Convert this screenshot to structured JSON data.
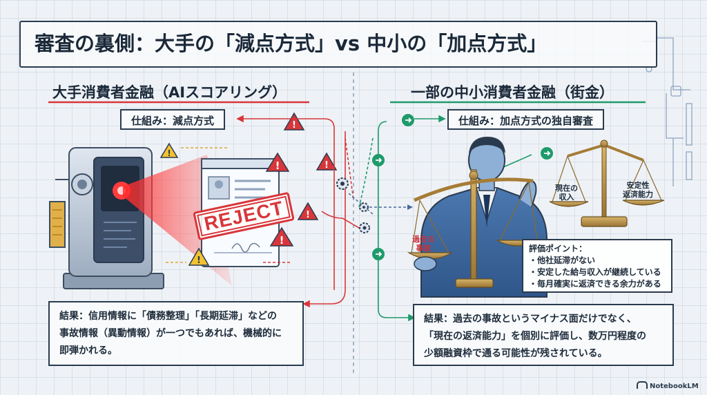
{
  "title": "審査の裏側：大手の「減点方式」vs 中小の「加点方式」",
  "left": {
    "heading": "大手消費者金融（AIスコアリング）",
    "mechanism": "仕組み：減点方式",
    "stamp": "REJECT",
    "result_lines": [
      "結果：信用情報に「債務整理」「長期延滞」などの",
      "事故情報（異動情報）が一つでもあれば、機械的に",
      "即弾かれる。"
    ],
    "accent": "#d8363a"
  },
  "right": {
    "heading": "一部の中小消費者金融（街金）",
    "mechanism": "仕組み：加点方式の独自審査",
    "pan_left": [
      "過去の",
      "事故"
    ],
    "pan_mid": [
      "現在の",
      "収入"
    ],
    "pan_right": [
      "安定性",
      "返済能力"
    ],
    "points_title": "評価ポイント：",
    "points": [
      "・他社延滞がない",
      "・安定した給与収入が継続している",
      "・毎月確実に返済できる余力がある"
    ],
    "result_lines": [
      "結果：過去の事故というマイナス面だけでなく、",
      "「現在の返済能力」を個別に評価し、数万円程度の",
      "少額融資枠で通る可能性が残されている。"
    ],
    "accent": "#1f9a6b"
  },
  "footer": "NotebookLM",
  "icons": [
    "warning-icon",
    "arrow-right-icon",
    "gear-icon",
    "scale-icon",
    "robot-scanner-icon",
    "person-icon",
    "profile-card-icon"
  ]
}
